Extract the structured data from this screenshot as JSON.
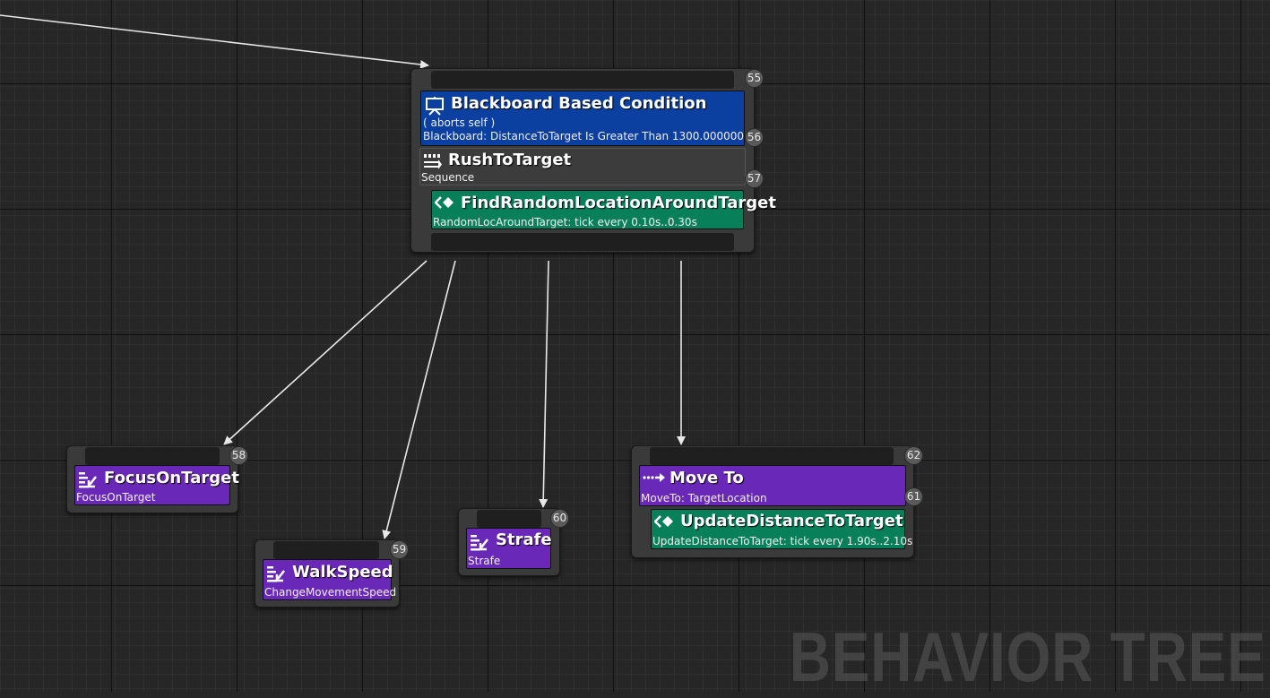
{
  "watermark": "BEHAVIOR TREE",
  "colors": {
    "decorator_blue": "#0b3fa0",
    "composite_gray": "#3c3c3c",
    "service_green": "#07805a",
    "task_purple": "#6a28b8",
    "wire": "#e8e8e8"
  },
  "main_node": {
    "badge_top": "55",
    "decorator": {
      "icon": "blackboard-icon",
      "title": "Blackboard Based Condition",
      "line1": "( aborts self )",
      "line2": "Blackboard: DistanceToTarget Is Greater Than 1300.000000",
      "badge": "56"
    },
    "composite": {
      "icon": "sequence-icon",
      "title": "RushToTarget",
      "subtitle": "Sequence",
      "badge": "57"
    },
    "service": {
      "icon": "service-icon",
      "title": "FindRandomLocationAroundTarget",
      "subtitle": "RandomLocAroundTarget: tick every 0.10s..0.30s"
    }
  },
  "tasks": {
    "focus": {
      "icon": "task-icon",
      "title": "FocusOnTarget",
      "subtitle": "FocusOnTarget",
      "badge": "58"
    },
    "walk": {
      "icon": "task-icon",
      "title": "WalkSpeed",
      "subtitle": "ChangeMovementSpeed",
      "badge": "59"
    },
    "strafe": {
      "icon": "task-icon",
      "title": "Strafe",
      "subtitle": "Strafe",
      "badge": "60"
    },
    "moveto": {
      "icon": "move-to-icon",
      "title": "Move To",
      "subtitle": "MoveTo: TargetLocation",
      "badge": "61",
      "badge_top": "62",
      "service": {
        "icon": "service-icon",
        "title": "UpdateDistanceToTarget",
        "subtitle": "UpdateDistanceToTarget: tick every 1.90s..2.10s"
      }
    }
  }
}
